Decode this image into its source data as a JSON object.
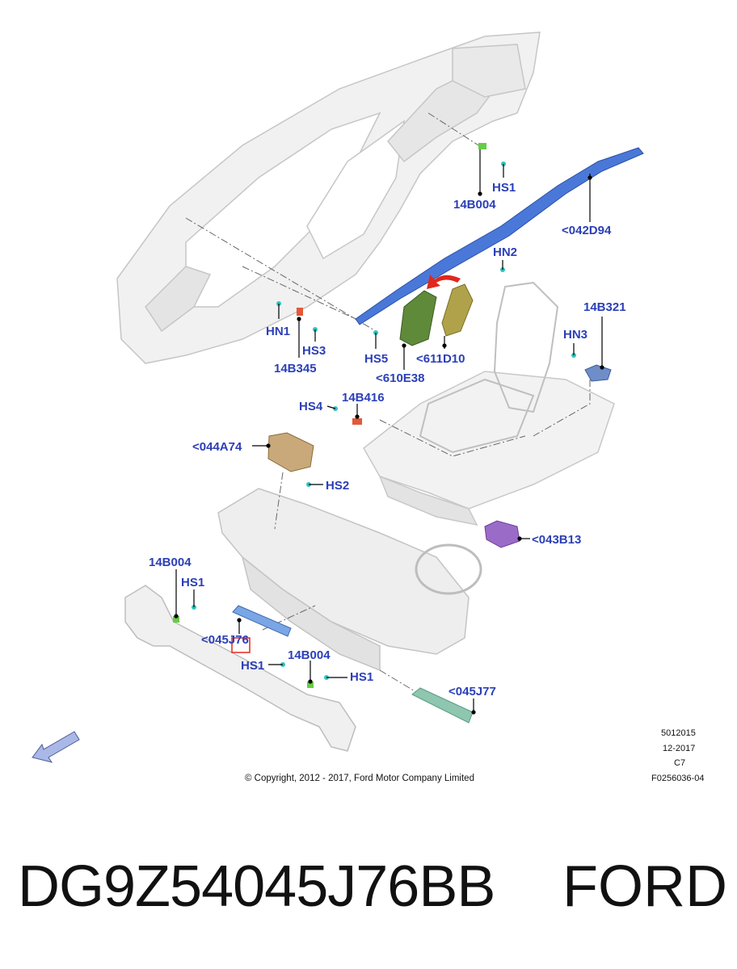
{
  "callouts": {
    "hs1_top": "HS1",
    "b004_top": "14B004",
    "d94": "<042D94",
    "hn2": "HN2",
    "b321": "14B321",
    "hn3": "HN3",
    "hn1": "HN1",
    "hs3": "HS3",
    "b345": "14B345",
    "hs5": "HS5",
    "d10": "<611D10",
    "e38": "<610E38",
    "hs4": "HS4",
    "b416": "14B416",
    "a74": "<044A74",
    "hs2": "HS2",
    "b13": "<043B13",
    "b004_left": "14B004",
    "hs1_left": "HS1",
    "j76": "<045J76",
    "hs1_mid": "HS1",
    "b004_mid": "14B004",
    "hs1_right": "HS1",
    "j77": "<045J77"
  },
  "meta": {
    "code": "5012015",
    "date": "12-2017",
    "rev": "C7",
    "figure": "F0256036-04",
    "copyright": "© Copyright, 2012 - 2017, Ford Motor Company Limited"
  },
  "caption": {
    "part_number": "DG9Z54045J76BB",
    "brand": "FORD"
  },
  "colors": {
    "callout": "#2b3fb8",
    "curtain_airbag": "#4a78d8",
    "seat_airbag_green": "#5f8a3a",
    "seat_airbag_olive": "#a89a3a",
    "passenger_airbag": "#c9a97a",
    "driver_airbag": "#9a6cc8",
    "knee_airbag_blue": "#7aa6e6",
    "knee_airbag_teal": "#8fc6b0",
    "arrow_red": "#e0281e"
  }
}
